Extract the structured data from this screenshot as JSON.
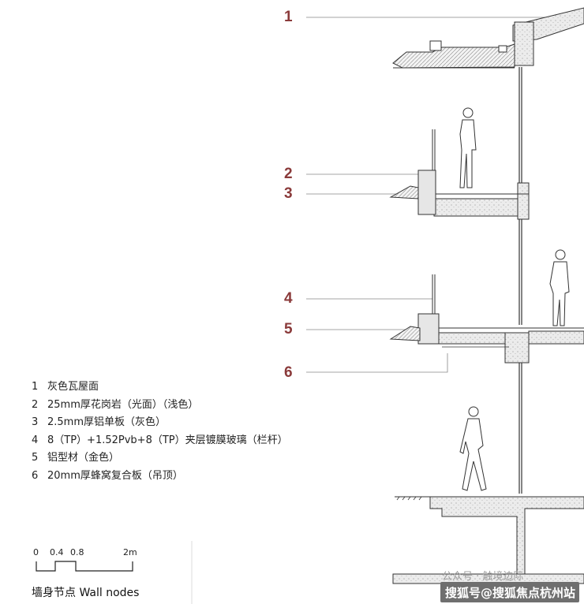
{
  "callouts": [
    "1",
    "2",
    "3",
    "4",
    "5",
    "6"
  ],
  "legend": [
    {
      "num": "1",
      "text": "灰色瓦屋面"
    },
    {
      "num": "2",
      "text": "25mm厚花岗岩（光面）（浅色）"
    },
    {
      "num": "3",
      "text": "2.5mm厚铝单板（灰色）"
    },
    {
      "num": "4",
      "text": "8（TP）+1.52Pvb+8（TP）夹层镀膜玻璃（栏杆）"
    },
    {
      "num": "5",
      "text": "铝型材（金色）"
    },
    {
      "num": "6",
      "text": "20mm厚蜂窝复合板（吊顶）"
    }
  ],
  "scale": {
    "ticks": [
      "0",
      "0.4",
      "0.8",
      "2m"
    ]
  },
  "caption": "墙身节点 Wall nodes",
  "watermark": {
    "primary": "公众号 · 触境边际",
    "secondary": "搜狐号@搜狐焦点杭州站"
  },
  "colors": {
    "callout": "#8a3a3a",
    "line": "#333333",
    "concrete": "#d9d9d9"
  }
}
